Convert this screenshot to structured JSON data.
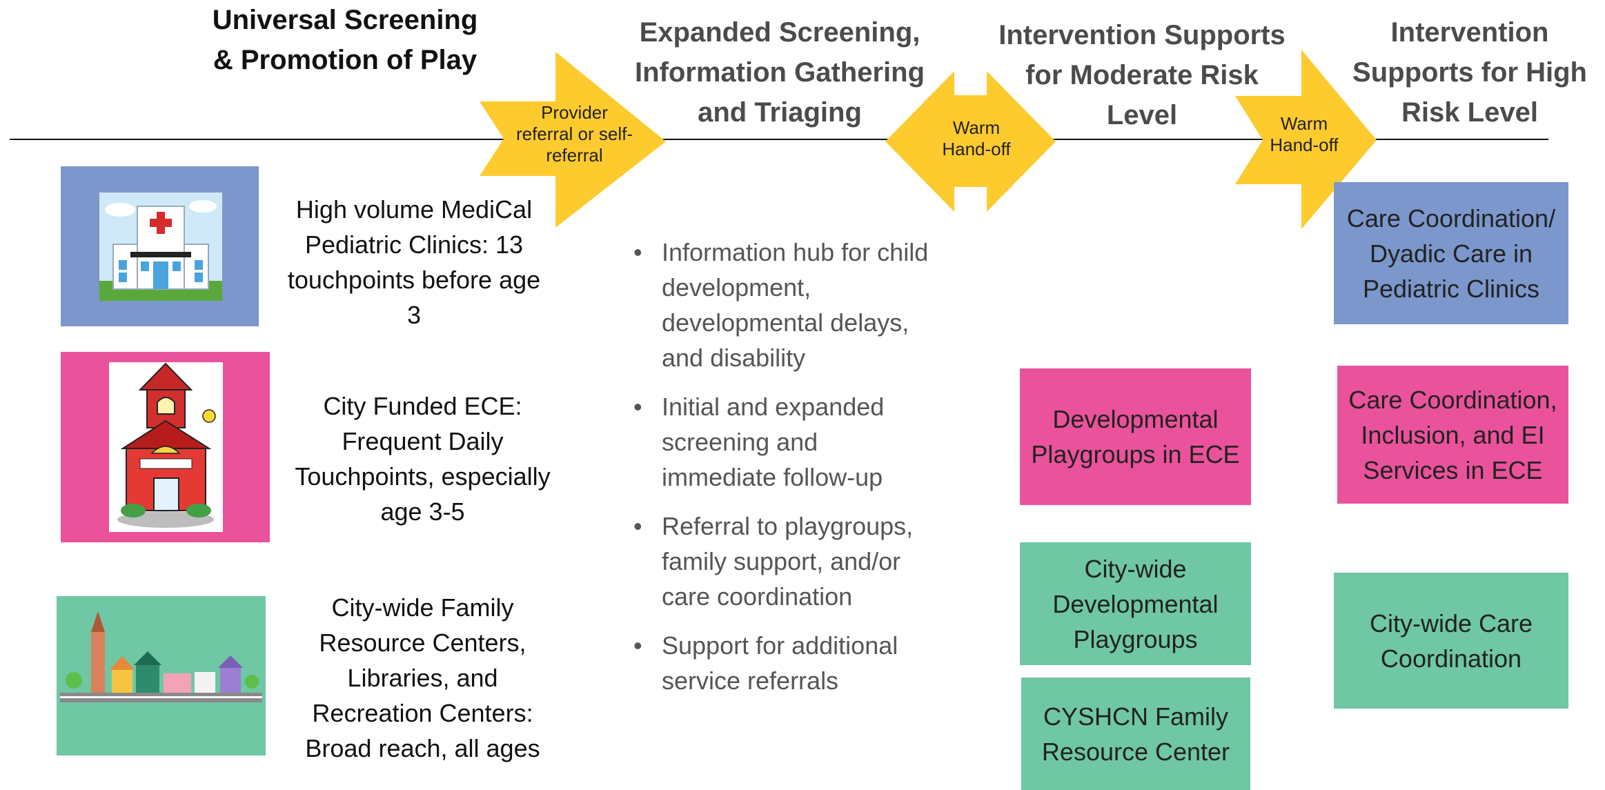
{
  "colors": {
    "arrow": "#fecb2f",
    "blue": "#7b97cc",
    "pink": "#ea529b",
    "green": "#6fc7a4",
    "line": "#111111"
  },
  "headers": {
    "universal": "Universal Screening & Promotion of Play",
    "expanded": "Expanded Screening, Information Gathering and Triaging",
    "moderate": "Intervention Supports for Moderate Risk Level",
    "high": "Intervention Supports for High Risk Level"
  },
  "arrows": {
    "referral": "Provider referral or self-referral",
    "handoff_1": "Warm Hand-off",
    "handoff_2": "Warm Hand-off"
  },
  "universal_items": [
    {
      "icon": "hospital-icon",
      "text": "High volume MediCal Pediatric Clinics: 13 touchpoints before age 3"
    },
    {
      "icon": "school-icon",
      "text": "City Funded ECE: Frequent Daily Touchpoints, especially age 3-5"
    },
    {
      "icon": "town-icon",
      "text": "City-wide Family Resource Centers, Libraries, and Recreation Centers: Broad reach, all ages"
    }
  ],
  "hub_bullets": [
    "Information hub for child development, developmental delays, and disability",
    "Initial and expanded screening and immediate follow-up",
    "Referral to playgroups, family support, and/or care coordination",
    "Support for additional service referrals"
  ],
  "moderate_boxes": [
    "Developmental Playgroups in ECE",
    "City-wide Developmental Playgroups",
    "CYSHCN Family Resource Center"
  ],
  "high_boxes": [
    "Care Coordination/ Dyadic Care in Pediatric Clinics",
    "Care Coordination, Inclusion, and EI Services in ECE",
    "City-wide Care Coordination"
  ]
}
